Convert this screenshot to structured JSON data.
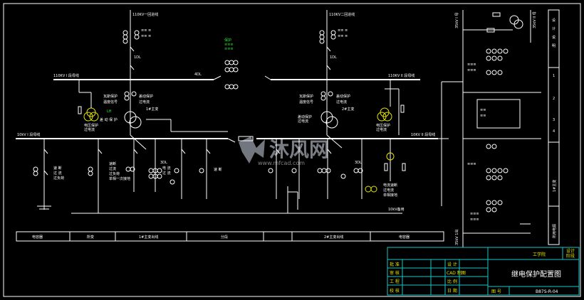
{
  "diagram": {
    "incoming_lines": [
      "110KV一回进线",
      "110KV二回进线"
    ],
    "buses": {
      "hv_left": "110KV I 段母线",
      "hv_right": "110KV II 段母线",
      "lv_left": "10kV I 段母线",
      "lv_right": "10KV II 段母线",
      "lv_spare": "10kV备用"
    },
    "breakers": {
      "incoming_1": "1DL",
      "incoming_2": "1DL",
      "bus_tie": "4DL",
      "lv_1": "3DL",
      "lv_2": "3DL"
    },
    "transformers": {
      "t1": "1#主变",
      "t2": "2#主变"
    },
    "relay_notes": {
      "hv_protection": [
        "瓦斯保护",
        "温度信号"
      ],
      "diff_protection": [
        "差动保护",
        "过电流"
      ],
      "hv_ct_note": [
        "电流速断",
        "过电流"
      ],
      "lv_feeder_1": [
        "速断",
        "过流",
        "过负荷"
      ],
      "lv_feeder_2": [
        "电流速断",
        "过电流",
        "单相接地"
      ],
      "pt_note": [
        "电压监视",
        "绝缘监视"
      ]
    },
    "bottom_strip": [
      "电容器",
      "所变",
      "1#主变出线",
      "分段",
      "",
      "2#主变出线",
      "电容器"
    ],
    "watermark": {
      "brand": "沐风网",
      "url": "www.mfcad.com"
    }
  },
  "title_block": {
    "drawing_title": "继电保护配置图",
    "school": "工学院",
    "design_header": "设计\n阶段",
    "drawing_no_label": "图 号",
    "drawing_no": "B87S-R-04",
    "rows": [
      {
        "role": "批 准",
        "role2": "设 计"
      },
      {
        "role": "审 核",
        "role2": "CAD 制图"
      },
      {
        "role": "工 程",
        "role2": "比 例"
      },
      {
        "role": "校 核",
        "role2": "日 期"
      }
    ]
  },
  "side_panel": {
    "vertical_labels": [
      "35kV I 母",
      "35kV II 母"
    ],
    "right_column": [
      "设",
      "计",
      "说",
      "明",
      "1",
      "2",
      "3",
      "4"
    ],
    "strip_labels": [
      "所用电源",
      "1#主变"
    ]
  }
}
